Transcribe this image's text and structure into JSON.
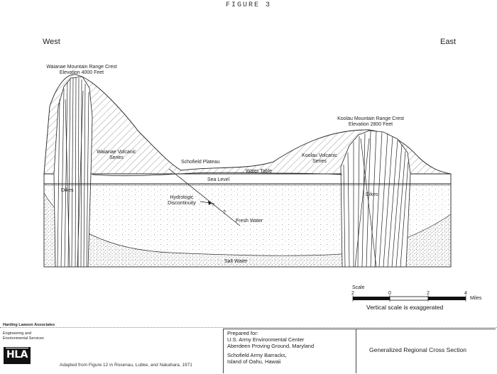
{
  "figure_label": "FIGURE 3",
  "direction": {
    "west": "West",
    "east": "East"
  },
  "waianae": {
    "line1": "Waianae Mountain Range Crest",
    "line2": "Elevation 4000 Feet"
  },
  "koolau": {
    "line1": "Koolau Mountain Range Crest",
    "line2": "Elevation 2800 Feet"
  },
  "labels": {
    "waianae_volcanic_1": "Waianae Volcanic",
    "waianae_volcanic_2": "Series",
    "koolau_volcanic_1": "Koolau Volcanic",
    "koolau_volcanic_2": "Series",
    "schofield_plateau": "Schofield Plateau",
    "water_table": "Water Table",
    "sea_level": "Sea Level",
    "dikes_west": "Dikes",
    "dikes_east": "Dikes",
    "hydrologic_1": "Hydrologic",
    "hydrologic_2": "Discontinuity",
    "fresh_water": "Fresh Water",
    "salt_water": "Salt Water",
    "question_mark": "?"
  },
  "scale": {
    "title": "Scale",
    "ticks": [
      "2",
      "0",
      "2",
      "4"
    ],
    "unit": "Miles",
    "note": "Vertical scale is exaggerated"
  },
  "firm": {
    "name": "Harding Lawson Associates",
    "line1": "Engineering and",
    "line2": "Environmental Services",
    "logo": "HLA"
  },
  "credit": "Adapted from Figure 12 in Rosenau, Lubke, and Nakahara, 1971",
  "prepared": {
    "heading": "Prepared for:",
    "line1": "U.S. Army Environmental Center",
    "line2": "Aberdeen Proving Ground, Maryland",
    "line3": "Schofield Army Barracks,",
    "line4": "Island of Oahu, Hawaii"
  },
  "doc_title": "Generalized Regional Cross Section",
  "colors": {
    "ink": "#1a1a1a",
    "stipple": "#777777",
    "hatch": "#555555"
  }
}
